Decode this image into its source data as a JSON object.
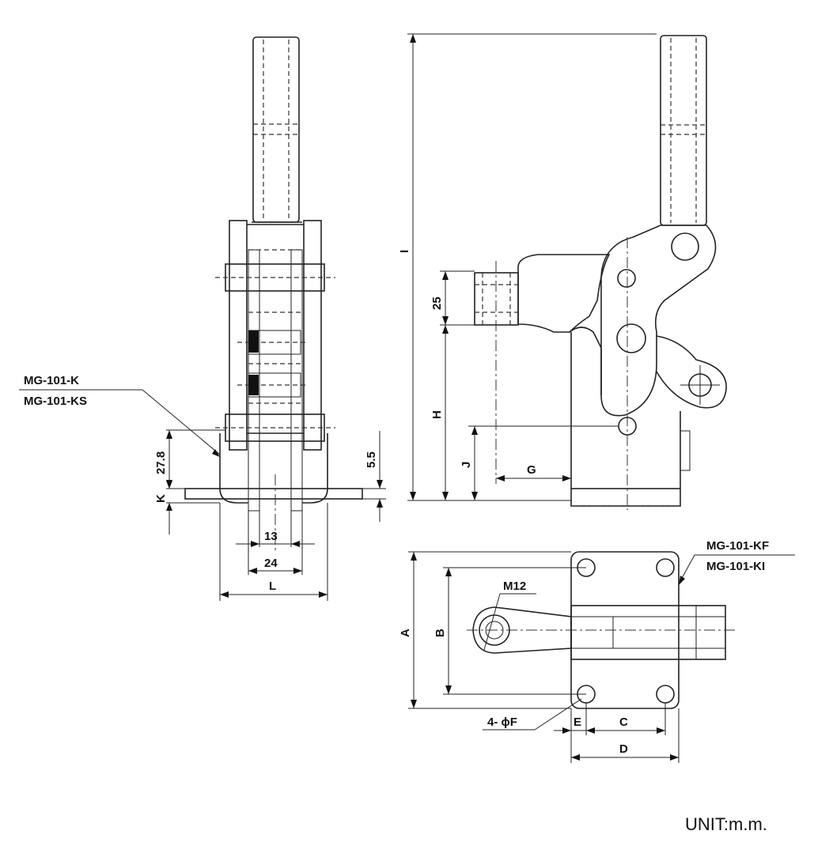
{
  "models": {
    "front_top": "MG-101-K",
    "front_bottom": "MG-101-KS",
    "plan_top": "MG-101-KF",
    "plan_bottom": "MG-101-KI"
  },
  "dims": {
    "d_27_8": "27.8",
    "d_5_5": "5.5",
    "d_K": "K",
    "d_13": "13",
    "d_24": "24",
    "d_L": "L",
    "d_I": "I",
    "d_25": "25",
    "d_H": "H",
    "d_J": "J",
    "d_G": "G",
    "d_A": "A",
    "d_B": "B",
    "d_M12": "M12",
    "d_4F": "4- ϕF",
    "d_E": "E",
    "d_C": "C",
    "d_D": "D"
  },
  "unit": "UNIT:m.m.",
  "colors": {
    "ink": "#222222",
    "paper": "#ffffff"
  }
}
